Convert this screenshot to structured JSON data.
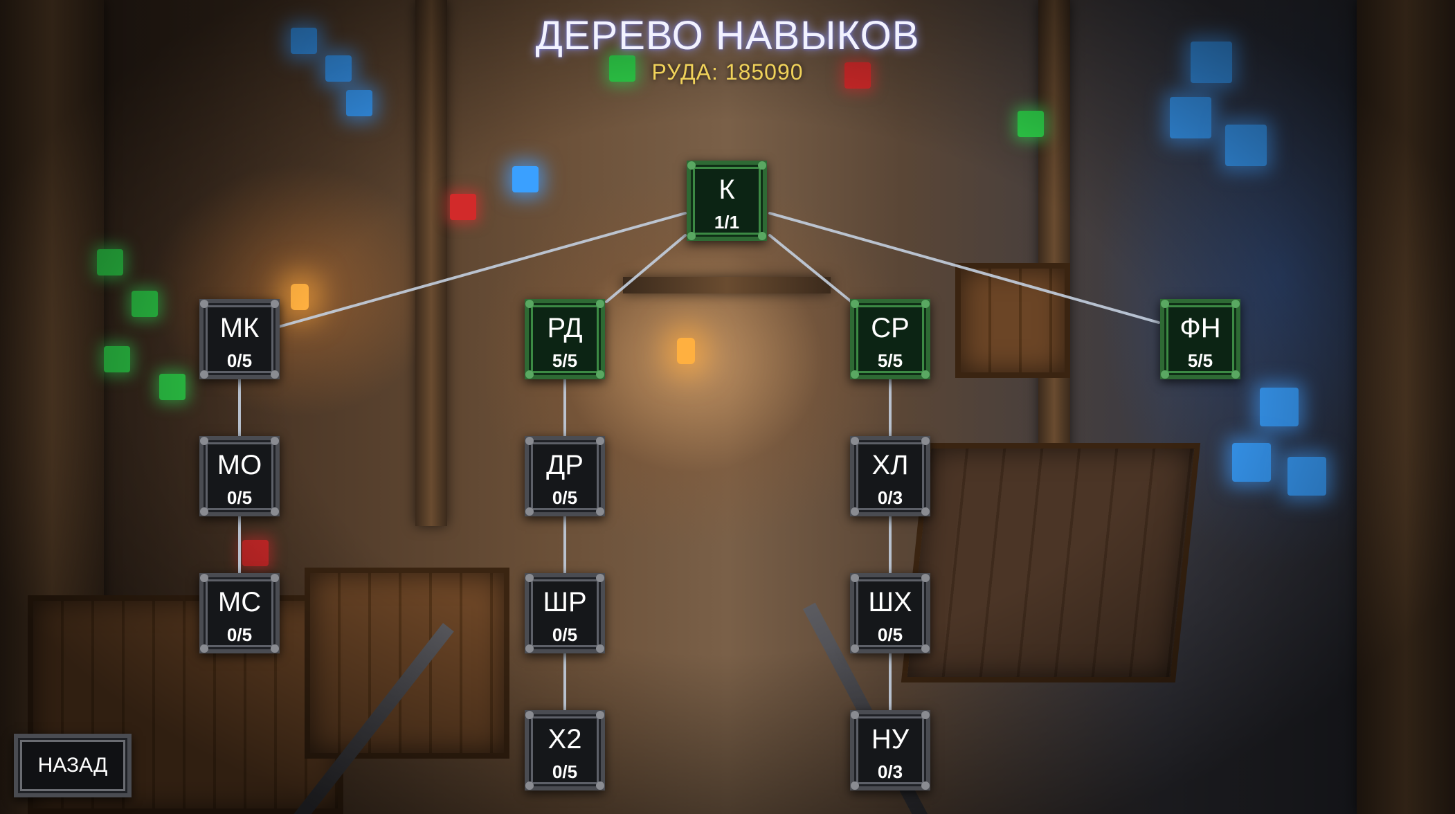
{
  "header": {
    "title": "ДЕРЕВО НАВЫКОВ",
    "ore_label": "РУДА: 185090"
  },
  "colors": {
    "title_glow": "#a0aaff",
    "ore_text": "#f0d25a",
    "node_locked_border": "#4a4c52",
    "node_owned_border": "#2e6a34",
    "link_line": "#c4d0e0"
  },
  "skills": {
    "k": {
      "code": "К",
      "level": "1/1",
      "owned": true
    },
    "mk": {
      "code": "МК",
      "level": "0/5",
      "owned": false
    },
    "rd": {
      "code": "РД",
      "level": "5/5",
      "owned": true
    },
    "sr": {
      "code": "СР",
      "level": "5/5",
      "owned": true
    },
    "fn": {
      "code": "ФН",
      "level": "5/5",
      "owned": true
    },
    "mo": {
      "code": "МО",
      "level": "0/5",
      "owned": false
    },
    "dr": {
      "code": "ДР",
      "level": "0/5",
      "owned": false
    },
    "hl": {
      "code": "ХЛ",
      "level": "0/3",
      "owned": false
    },
    "ms": {
      "code": "МС",
      "level": "0/5",
      "owned": false
    },
    "shr": {
      "code": "ШР",
      "level": "0/5",
      "owned": false
    },
    "shh": {
      "code": "ШХ",
      "level": "0/5",
      "owned": false
    },
    "x2": {
      "code": "Х2",
      "level": "0/5",
      "owned": false
    },
    "nu": {
      "code": "НУ",
      "level": "0/3",
      "owned": false
    }
  },
  "back_button": {
    "label": "НАЗАД"
  },
  "icons": [
    "corner-rivet-icon"
  ]
}
